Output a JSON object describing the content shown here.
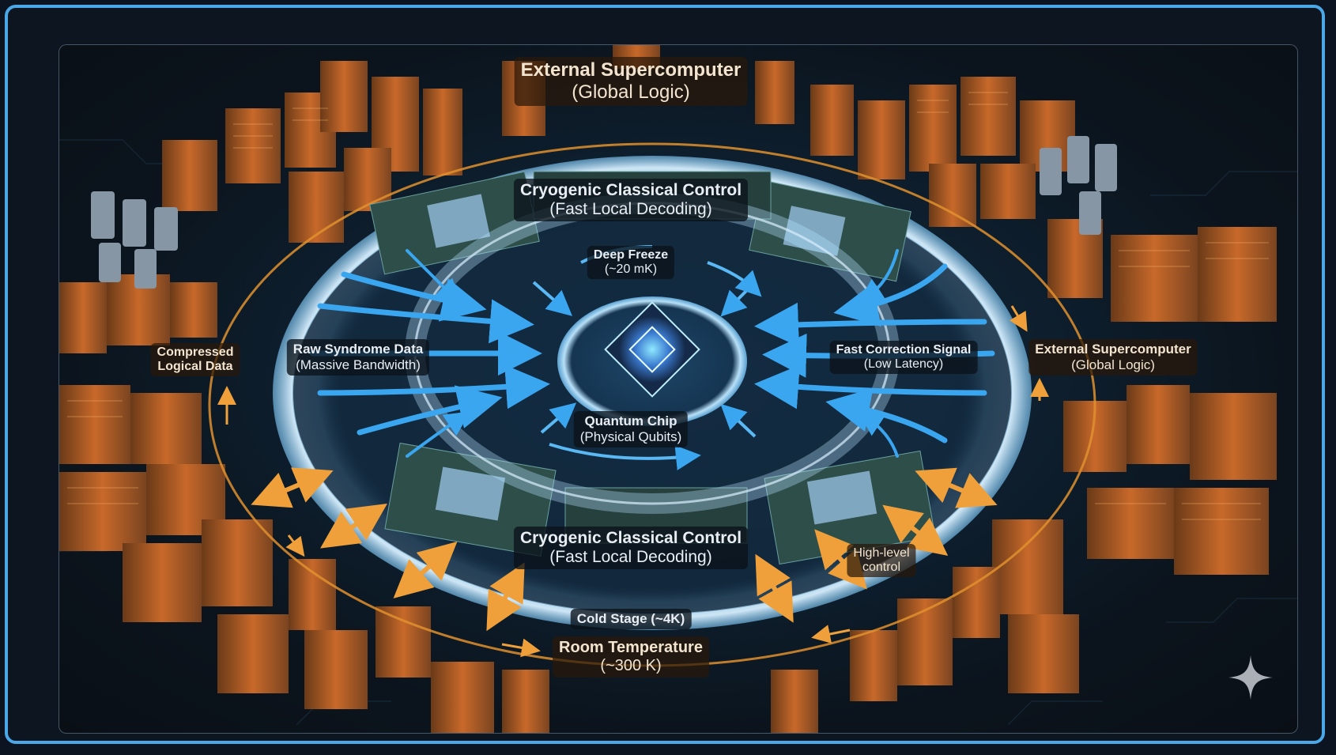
{
  "labels": {
    "supercomputer_top": {
      "title": "External Supercomputer",
      "sub": "(Global Logic)"
    },
    "supercomputer_right": {
      "title": "External Supercomputer",
      "sub": "(Global Logic)"
    },
    "cryo_top": {
      "title": "Cryogenic Classical Control",
      "sub": "(Fast Local Decoding)"
    },
    "cryo_bottom": {
      "title": "Cryogenic Classical Control",
      "sub": "(Fast Local Decoding)"
    },
    "deep_freeze": {
      "title": "Deep Freeze",
      "sub": "(~20 mK)"
    },
    "quantum_chip": {
      "title": "Quantum Chip",
      "sub": "(Physical Qubits)"
    },
    "raw_syndrome": {
      "title": "Raw Syndrome Data",
      "sub": "(Massive Bandwidth)"
    },
    "fast_correction": {
      "title": "Fast Correction Signal",
      "sub": "(Low Latency)"
    },
    "compressed": {
      "title": "Compressed",
      "sub": "Logical Data"
    },
    "high_level": {
      "title": "High-level",
      "sub": "control"
    },
    "cold_stage": {
      "title": "Cold Stage (~4K)"
    },
    "room_temp": {
      "title": "Room Temperature",
      "sub": "(~300 K)"
    }
  },
  "colors": {
    "frame_border": "#4aa8e8",
    "ice": "#9ad2f2",
    "blue_arrow": "#3ba6f0",
    "orange_arrow": "#f0a03a",
    "server_orange": "#d8782a"
  },
  "icons": {
    "sparkle": "four-point-star-icon"
  }
}
